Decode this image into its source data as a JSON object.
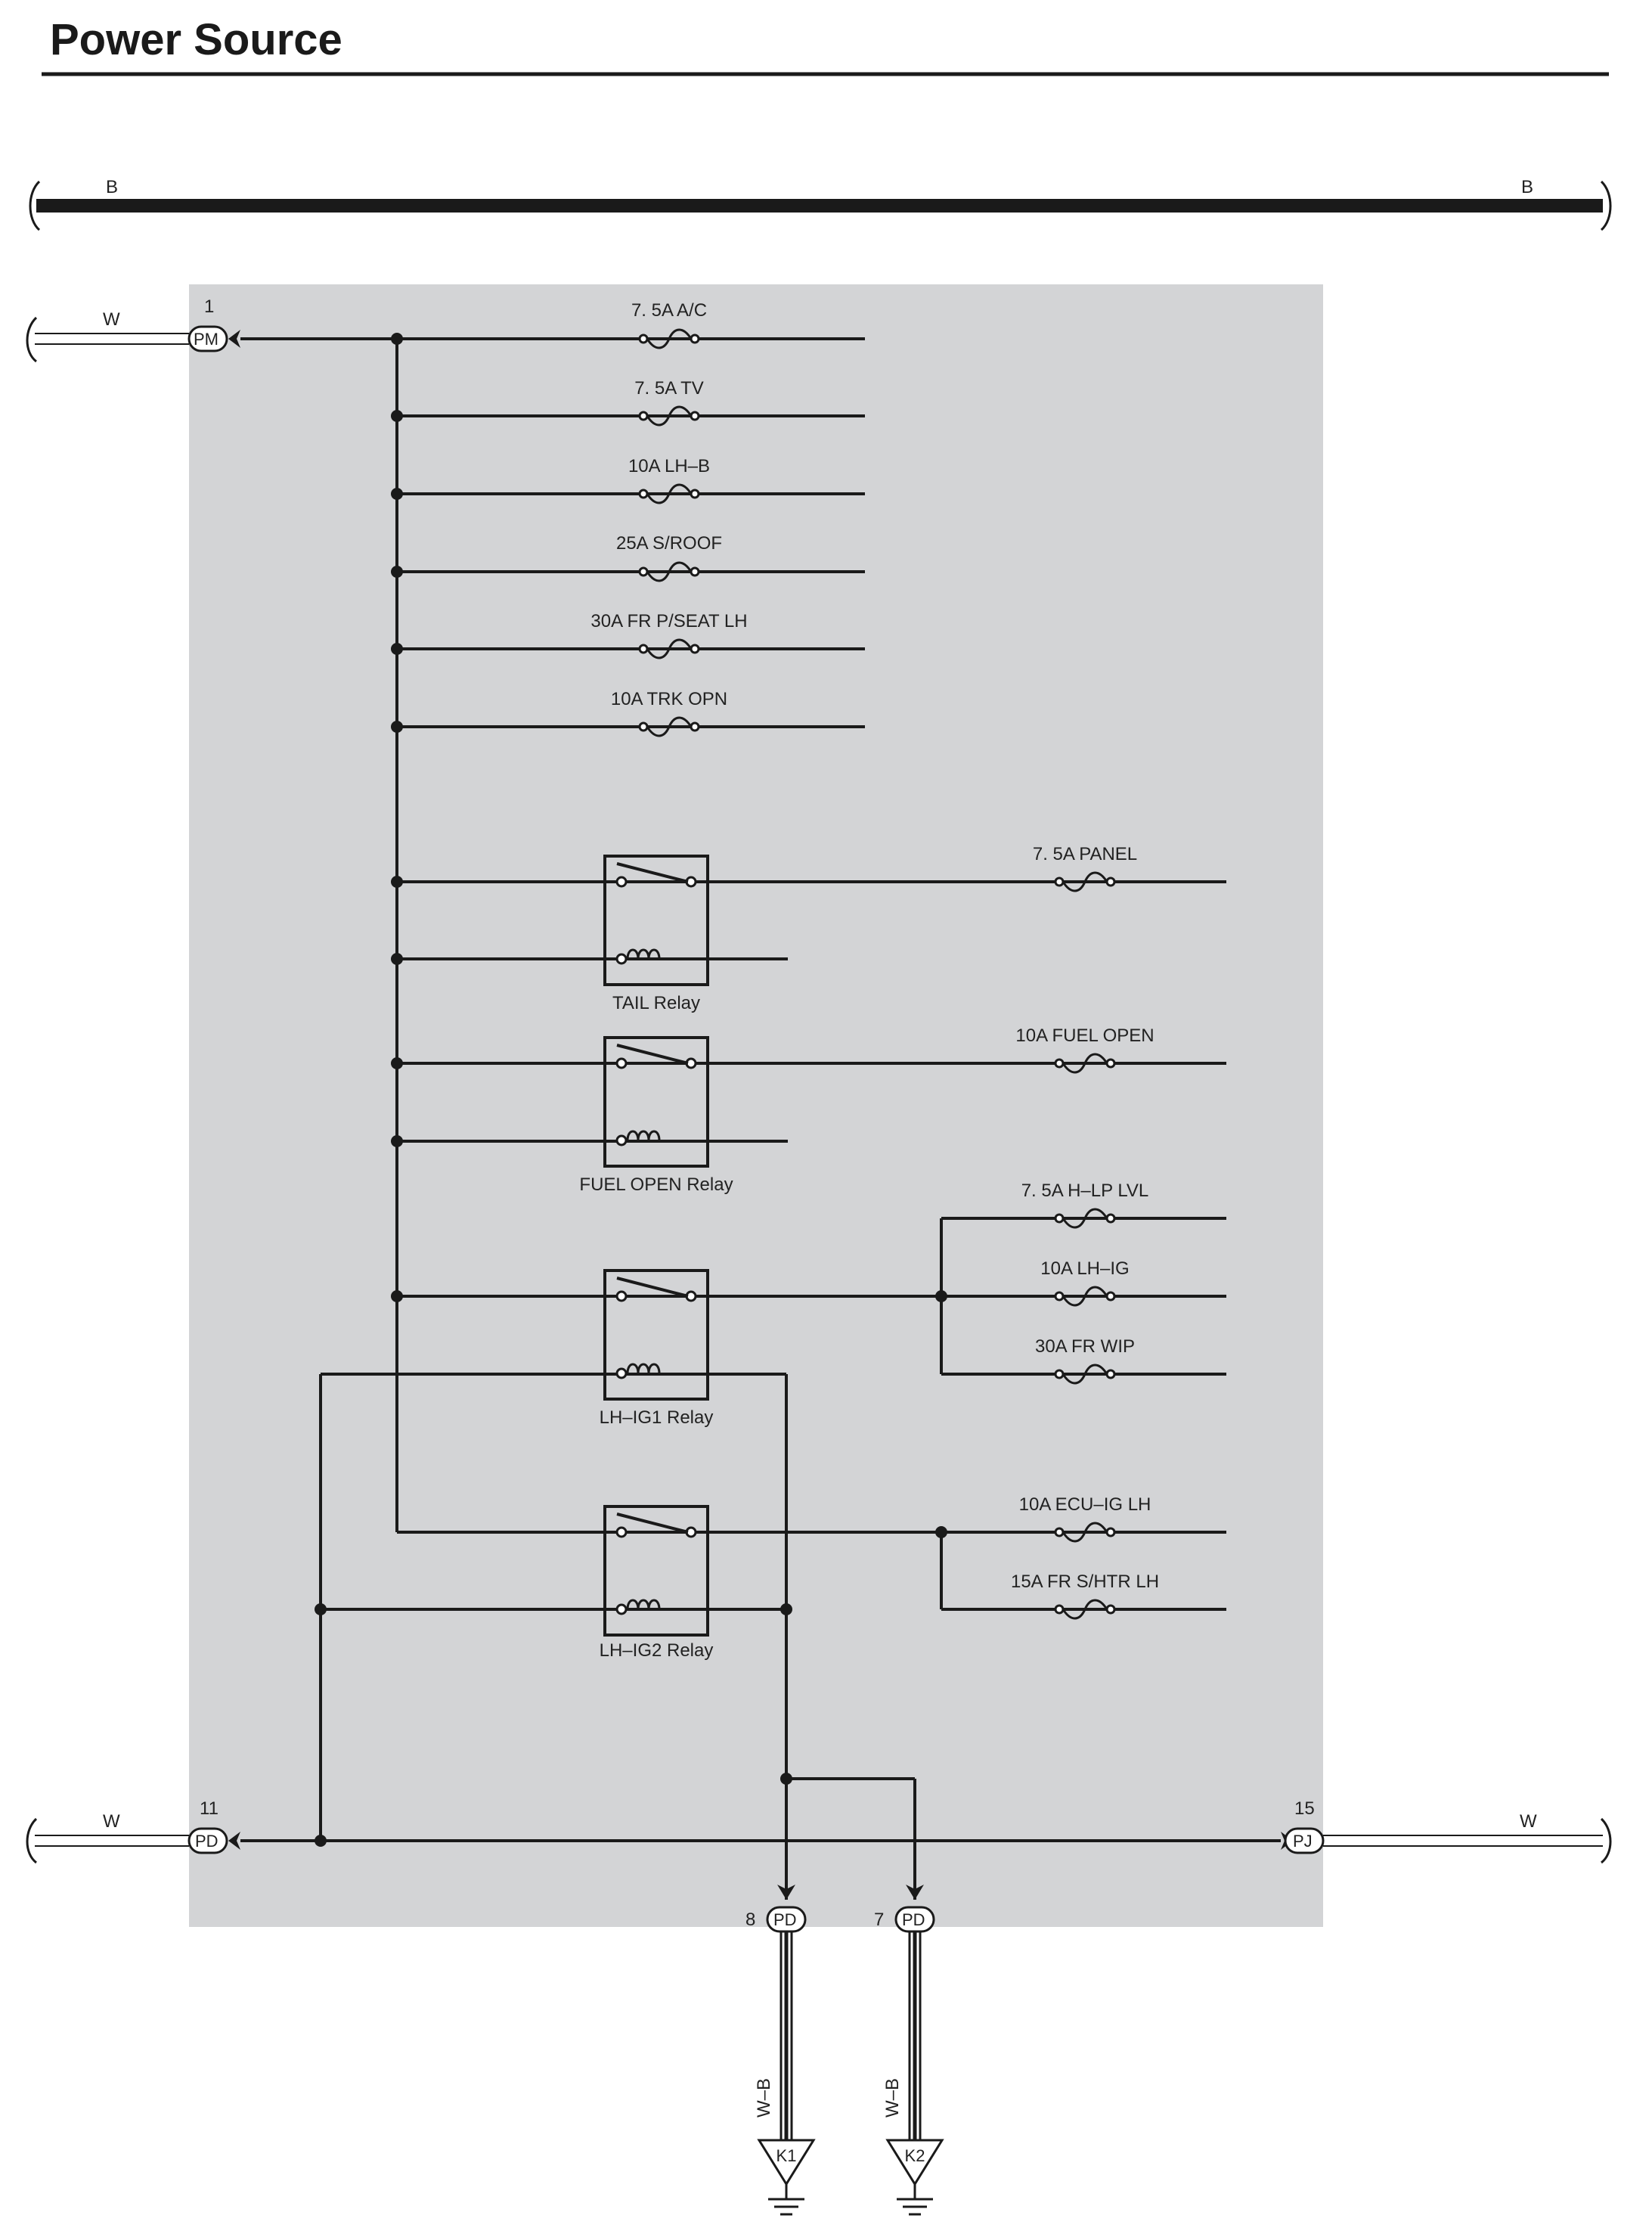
{
  "title": "Power Source",
  "bus": {
    "left_label": "B",
    "right_label": "B"
  },
  "connectors": {
    "pm": {
      "pin": "1",
      "name": "PM",
      "wire": "W"
    },
    "pd_left": {
      "pin": "11",
      "name": "PD",
      "wire": "W"
    },
    "pj": {
      "pin": "15",
      "name": "PJ",
      "wire": "W"
    },
    "pd8": {
      "pin": "8",
      "name": "PD",
      "wire": "W–B"
    },
    "pd7": {
      "pin": "7",
      "name": "PD",
      "wire": "W–B"
    }
  },
  "fuses_top": [
    "7. 5A A/C",
    "7. 5A TV",
    "10A LH–B",
    "25A S/ROOF",
    "30A FR P/SEAT LH",
    "10A TRK OPN"
  ],
  "relays": [
    "TAIL Relay",
    "FUEL OPEN Relay",
    "LH–IG1 Relay",
    "LH–IG2 Relay"
  ],
  "fuses_right": [
    "7. 5A PANEL",
    "10A FUEL OPEN",
    "7. 5A H–LP LVL",
    "10A LH–IG",
    "30A FR WIP",
    "10A ECU–IG LH",
    "15A FR S/HTR LH"
  ],
  "grounds": [
    "K1",
    "K2"
  ]
}
